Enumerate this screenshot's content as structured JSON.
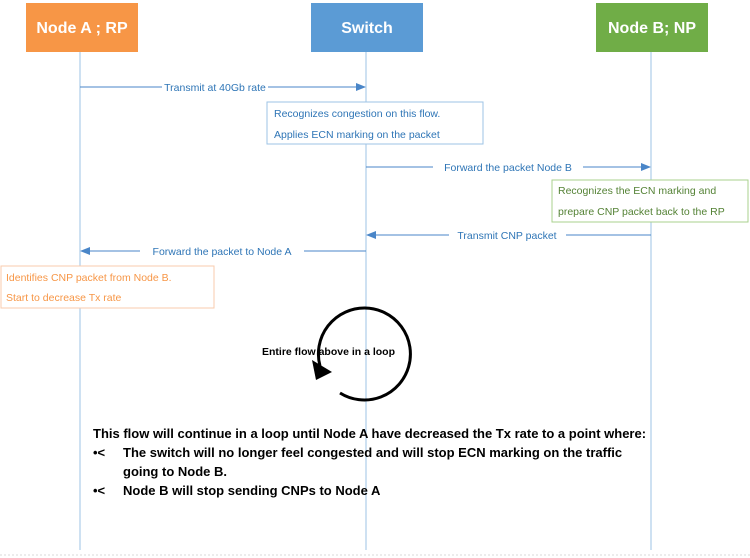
{
  "participants": [
    {
      "id": "node-a",
      "label": "Node A ; RP",
      "color": "#f79646"
    },
    {
      "id": "switch",
      "label": "Switch",
      "color": "#5b9bd5"
    },
    {
      "id": "node-b",
      "label": "Node B; NP",
      "color": "#70ad47"
    }
  ],
  "messages": [
    {
      "id": "transmit-40gb",
      "label": "Transmit at 40Gb rate"
    },
    {
      "id": "forward-to-b",
      "label": "Forward the packet Node B"
    },
    {
      "id": "transmit-cnp",
      "label": "Transmit CNP packet"
    },
    {
      "id": "forward-to-a",
      "label": "Forward the packet to Node A"
    }
  ],
  "notes": [
    {
      "id": "switch-congestion",
      "lines": [
        "Recognizes congestion on this flow.",
        "Applies ECN marking on the packet"
      ],
      "color": "#2e75b6"
    },
    {
      "id": "nodeb-ecn",
      "lines": [
        "Recognizes the ECN marking and",
        "prepare CNP packet back to the RP"
      ],
      "color": "#548235"
    },
    {
      "id": "nodea-cnp",
      "lines": [
        "Identifies CNP packet from Node B.",
        "Start to decrease Tx rate"
      ],
      "color": "#f79646"
    }
  ],
  "loop": {
    "label": "Entire flow above in a loop"
  },
  "summary": {
    "paragraph": "This flow will continue in a loop until Node A have decreased the Tx rate to a point where:",
    "bullets": [
      {
        "marker": "•<",
        "text": "The switch will no longer feel congested and will stop ECN marking on the traffic going to Node B."
      },
      {
        "marker": "•<",
        "text": "Node B will stop sending CNPs to Node A"
      }
    ]
  },
  "colors": {
    "lifeline": "#9dc3e6",
    "arrow": "#4a86c8",
    "message_text": "#2e75b6"
  }
}
